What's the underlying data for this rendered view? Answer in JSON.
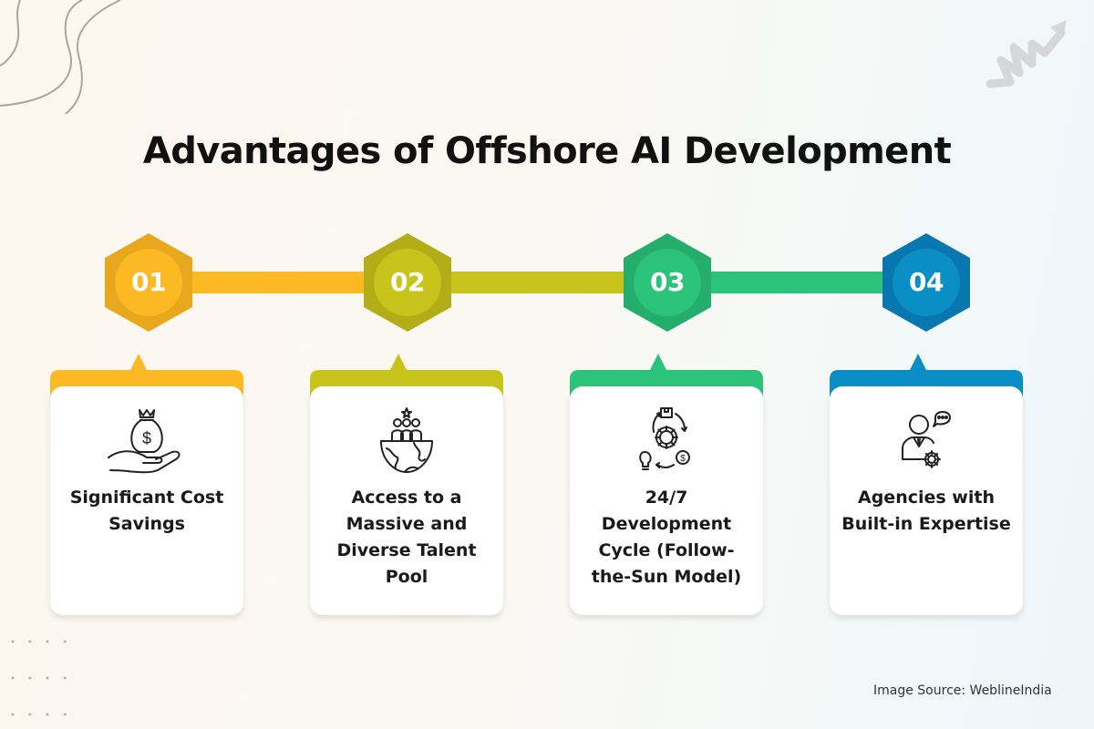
{
  "title": "Advantages of Offshore AI Development",
  "colors": {
    "step1": "#fbb924",
    "step1_dark": "#e8a81e",
    "step2": "#c9c41c",
    "step2_dark": "#b3ad17",
    "step3": "#2bc27a",
    "step3_dark": "#24ad6b",
    "step4": "#0a8ec6",
    "step4_dark": "#0877b0"
  },
  "steps": [
    {
      "number": "01",
      "label": "Significant Cost Savings",
      "icon": "money-bag-hand-icon"
    },
    {
      "number": "02",
      "label": "Access to a Massive and Diverse Talent Pool",
      "icon": "global-talent-icon"
    },
    {
      "number": "03",
      "label": "24/7 Development Cycle (Follow-the-Sun Model)",
      "icon": "development-cycle-icon"
    },
    {
      "number": "04",
      "label": "Agencies with Built-in Expertise",
      "icon": "expert-consultant-icon"
    }
  ],
  "footer": {
    "source": "Image Source: WeblineIndia"
  }
}
